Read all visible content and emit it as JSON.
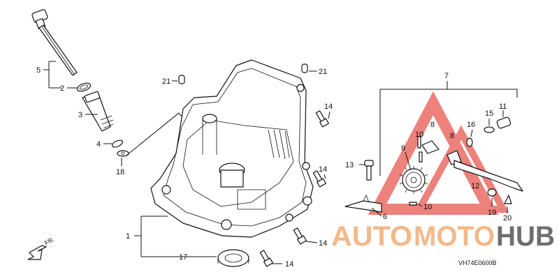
{
  "diagram": {
    "code": "VH74E0600B",
    "front_marker": "FR.",
    "callouts": {
      "c1": "1",
      "c2": "2",
      "c3": "3",
      "c4": "4",
      "c5": "5",
      "c6": "6",
      "c7": "7",
      "c8a": "8",
      "c8b": "8",
      "c9": "9",
      "c10a": "10",
      "c10b": "10",
      "c11": "11",
      "c12": "12",
      "c13": "13",
      "c14a": "14",
      "c14b": "14",
      "c14c": "14",
      "c14d": "14",
      "c15": "15",
      "c16": "16",
      "c17": "17",
      "c18": "18",
      "c19": "19",
      "c20": "20",
      "c21a": "21",
      "c21b": "21"
    }
  },
  "watermark": {
    "part1": "AUTO",
    "part2": "MOTO",
    "part3": "HUB",
    "colors": {
      "accent": "#e8584f",
      "orange": "#f2b98b",
      "gray": "#6e6e6e"
    }
  }
}
